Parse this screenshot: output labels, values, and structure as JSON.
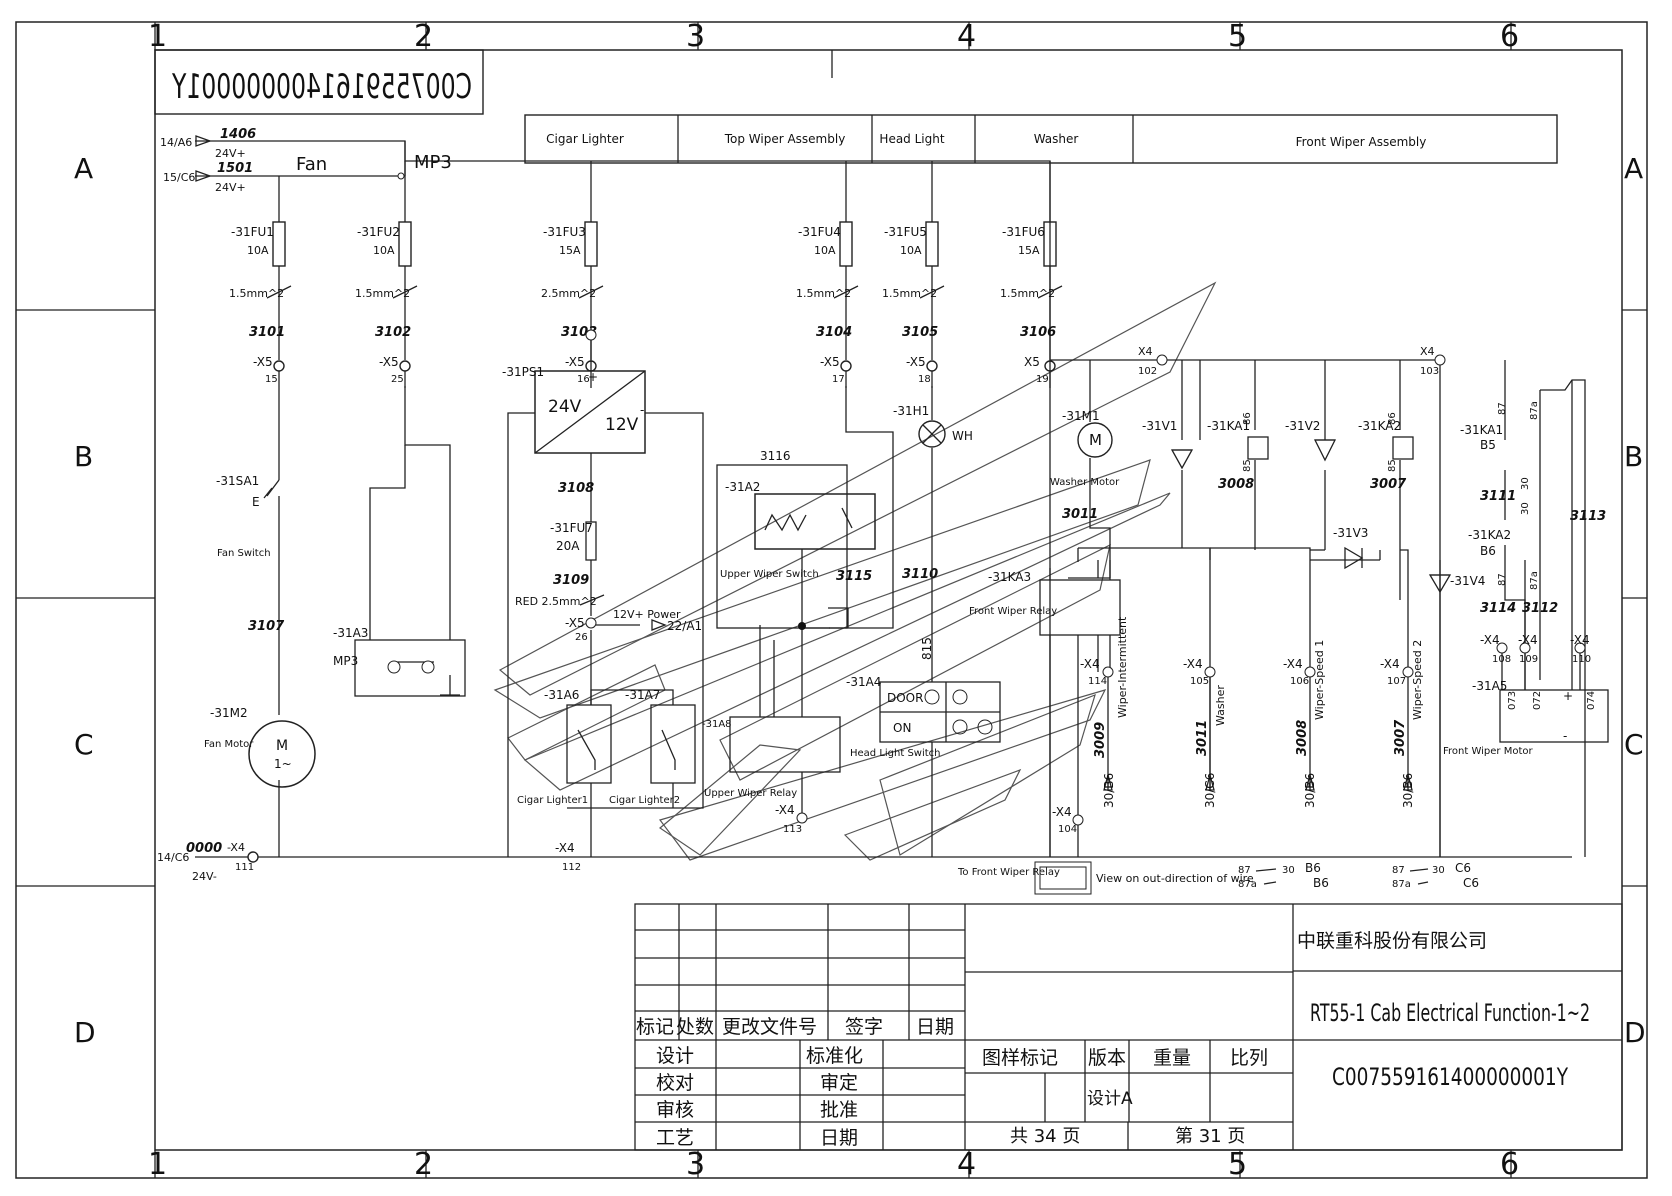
{
  "drawing": {
    "code_mirrored": "C007559161400000001Y",
    "columns": [
      "1",
      "2",
      "3",
      "4",
      "5",
      "6"
    ],
    "rows": [
      "A",
      "B",
      "C",
      "D"
    ],
    "sections": [
      "Cigar Lighter",
      "Top Wiper Assembly",
      "Head Light",
      "Washer",
      "Front Wiper Assembly"
    ],
    "supply": {
      "in1": {
        "ref": "14/A6",
        "wire": "1406",
        "v": "24V+"
      },
      "in2": {
        "ref": "15/C6",
        "wire": "1501",
        "v": "24V+"
      },
      "fan": "Fan",
      "mp3": "MP3",
      "gnd": {
        "ref": "14/C6",
        "wire": "0000",
        "v": "24V-",
        "x4": "-X4",
        "x4n": "111"
      }
    },
    "fuses": [
      {
        "id": "-31FU1",
        "amp": "10A",
        "cs": "1.5mm^2",
        "wire": "3101",
        "x": "-X5",
        "xn": "15"
      },
      {
        "id": "-31FU2",
        "amp": "10A",
        "cs": "1.5mm^2",
        "wire": "3102",
        "x": "-X5",
        "xn": "25"
      },
      {
        "id": "-31FU3",
        "amp": "15A",
        "cs": "2.5mm^2",
        "wire": "3103",
        "x": "-X5",
        "xn": "16"
      },
      {
        "id": "-31FU4",
        "amp": "10A",
        "cs": "1.5mm^2",
        "wire": "3104",
        "x": "-X5",
        "xn": "17"
      },
      {
        "id": "-31FU5",
        "amp": "10A",
        "cs": "1.5mm^2",
        "wire": "3105",
        "x": "-X5",
        "xn": "18"
      },
      {
        "id": "-31FU6",
        "amp": "15A",
        "cs": "1.5mm^2",
        "wire": "3106",
        "x": "X5",
        "xn": "19"
      }
    ],
    "components": {
      "sa1": "-31SA1",
      "sa1_sym": "E",
      "fan_switch": "Fan Switch",
      "w3107": "3107",
      "m2": "-31M2",
      "fan_motor": "Fan Motor",
      "m_letter": "M",
      "m_one": "1~",
      "a3": "-31A3",
      "a3_lbl": "MP3",
      "ps1": "-31PS1",
      "v24": "24V",
      "v12": "12V",
      "plus": "+",
      "minus": "-",
      "w3108": "3108",
      "fu7": "-31FU7",
      "fu7a": "20A",
      "w3109": "3109",
      "red": "RED 2.5mm^2",
      "x5_26": "-X5",
      "x5_26n": "26",
      "pw": "12V+ Power",
      "pw_ref": "22/A1",
      "a6": "-31A6",
      "a7": "-31A7",
      "a8": "-31A8",
      "cl1": "Cigar Lighter1",
      "cl2": "Cigar Lighter2",
      "x4_112": "-X4",
      "x4_112n": "112",
      "w3116": "3116",
      "a2": "-31A2",
      "uws": "Upper Wiper Switch",
      "w3115": "3115",
      "w3110": "3110",
      "uwr": "Upper Wiper Relay",
      "x4_113": "-X4",
      "x4_113n": "113",
      "h1": "-31H1",
      "wh": "WH",
      "a4": "-31A4",
      "door": "DOOR",
      "on": "ON",
      "hls": "Head Light Switch",
      "w815": "815",
      "m1": "-31M1",
      "wm": "Washer Motor",
      "w3011": "3011",
      "ka3": "-31KA3",
      "fwr": "Front Wiper Relay",
      "x4_114": "-X4",
      "x4_114n": "114",
      "x4_104": "-X4",
      "x4_104n": "104",
      "x4_102": "X4",
      "x4_102n": "102",
      "x4_103": "X4",
      "x4_103n": "103",
      "v1": "-31V1",
      "ka1": "-31KA1",
      "w3008": "3008",
      "v2": "-31V2",
      "ka2": "-31KA2",
      "w3007": "3007",
      "v3": "-31V3",
      "v4": "-31V4",
      "n86": "86",
      "n85": "85",
      "ka1b": "-31KA1",
      "ka1bn": "B5",
      "ka2b": "-31KA2",
      "ka2bn": "B6",
      "w3111": "3111",
      "w3113": "3113",
      "w3114": "3114",
      "w3112": "3112",
      "n87": "87",
      "n87a": "87a",
      "n30": "30",
      "a5": "-31A5",
      "fwm": "Front Wiper Motor",
      "x4_105": "-X4",
      "x4_105n": "105",
      "x4_106": "-X4",
      "x4_106n": "106",
      "x4_107": "-X4",
      "x4_107n": "107",
      "x4_108": "-X4",
      "x4_108n": "108",
      "x4_109": "-X4",
      "x4_109n": "109",
      "x4_110": "-X4",
      "x4_110n": "110",
      "wi": "Wiper-Intermittent",
      "wa": "Washer",
      "ws1": "Wiper-Speed 1",
      "ws2": "Wiper-Speed 2",
      "w3009": "3009",
      "w3011b": "3011",
      "w3008b": "3008",
      "w3007b": "3007",
      "t30b6": "30/B6",
      "t30c6": "30/C6",
      "m073": "073",
      "m072": "072",
      "m074": "074",
      "to_fwr": "To Front Wiper Relay",
      "view": "View on out-direction of wire",
      "leg_b6": "B6",
      "leg_c6": "C6",
      "leg87": "87",
      "leg87a": "87a",
      "leg30": "30"
    }
  },
  "title_block": {
    "company": "中联重科股份有限公司",
    "title": "RT55-1 Cab Electrical Function-1~2",
    "code": "C007559161400000001Y",
    "rev_headers": [
      "标记",
      "处数",
      "更改文件号",
      "签字",
      "日期"
    ],
    "roles_left": [
      "设计",
      "校对",
      "审核",
      "工艺"
    ],
    "roles_mid": [
      "标准化",
      "审定",
      "批准",
      "日期"
    ],
    "fields": [
      "图样标记",
      "版本",
      "重量",
      "比列"
    ],
    "version": "设计A",
    "total": "共 34 页",
    "page": "第 31 页"
  }
}
